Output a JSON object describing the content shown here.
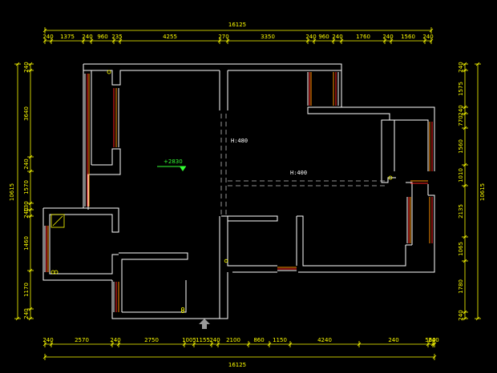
{
  "colors": {
    "background": "#000000",
    "wall": "#ffffff",
    "dimension": "#ffff00",
    "window_outer": "#ffffff",
    "window_red": "#ff2020",
    "window_orange": "#ff9000",
    "elevation": "#33ff33",
    "entrance_arrow": "#9a9a9a"
  },
  "dimensions": {
    "top": {
      "total": "16125",
      "segments": [
        "240",
        "1375",
        "240",
        "960",
        "235",
        "4255",
        "270",
        "3350",
        "240",
        "960",
        "240",
        "1760",
        "240",
        "1560",
        "240"
      ]
    },
    "bottom": {
      "total": "16125",
      "segments": [
        "240",
        "2570",
        "240",
        "2750",
        "1005",
        "1155",
        "240",
        "2100",
        "860",
        "1150",
        "4240",
        "240",
        "560",
        "240"
      ]
    },
    "left": {
      "total": "10615",
      "segments": [
        "240",
        "3640",
        "240",
        "1570",
        "130",
        "240",
        "1460",
        "1170",
        "240"
      ]
    },
    "right": {
      "total": "10615",
      "segments": [
        "240",
        "1575",
        "240",
        "770",
        "1560",
        "1010",
        "2135",
        "1065",
        "1780",
        "240"
      ]
    }
  },
  "notes": {
    "ceiling_left": "H:480",
    "ceiling_right": "H:400",
    "elevation": "+2830"
  },
  "icons": {
    "entrance": "entrance-arrow-icon",
    "elevation": "elevation-marker-icon"
  }
}
